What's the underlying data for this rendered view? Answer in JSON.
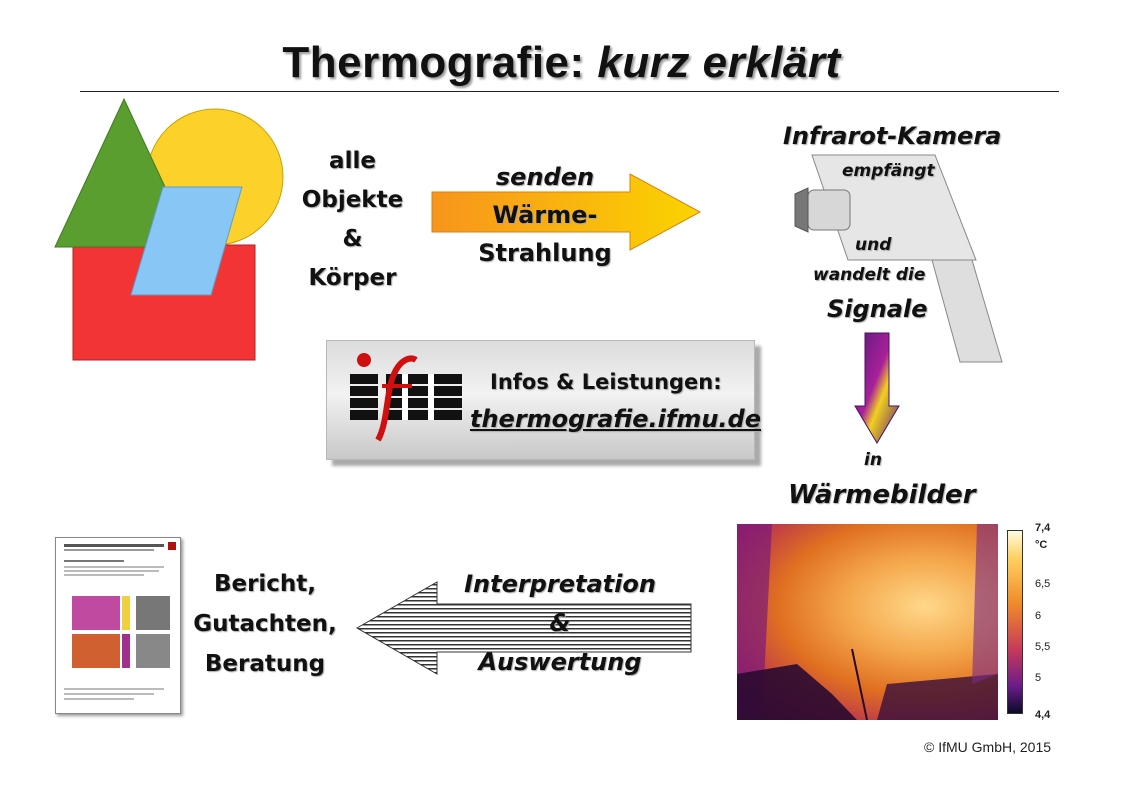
{
  "title": {
    "main": "Thermografie:",
    "italic": "kurz erklärt"
  },
  "objects_text": [
    "alle",
    "Objekte",
    "&",
    "Körper"
  ],
  "arrow_send": {
    "line1": "senden",
    "line2": "Wärme-",
    "line3": "Strahlung"
  },
  "camera": {
    "title": "Infrarot-Kamera",
    "receives": "empfängt",
    "and": "und",
    "converts": "wandelt die",
    "signals": "Signale"
  },
  "thermal_section": {
    "in": "in",
    "label": "Wärmebilder"
  },
  "logo_box": {
    "info": "Infos & Leistungen:",
    "link": "thermografie.ifmu.de"
  },
  "report": {
    "lines": [
      "Bericht,",
      "Gutachten,",
      "Beratung"
    ]
  },
  "arrow_interpret": {
    "line1": "Interpretation",
    "line2": "&",
    "line3": "Auswertung"
  },
  "temp_scale": {
    "top": "7,4",
    "unit": "°C",
    "ticks": [
      "6,5",
      "6",
      "5,5",
      "5"
    ],
    "bottom": "4,4"
  },
  "footer": "© IfMU GmbH, 2015",
  "colors": {
    "triangle": "#5a9e2f",
    "circle": "#fcd22a",
    "square": "#f23434",
    "parallelogram": "#87c6f5",
    "arrow_orange": "#f7941d",
    "purple": "#7a1a8c"
  }
}
